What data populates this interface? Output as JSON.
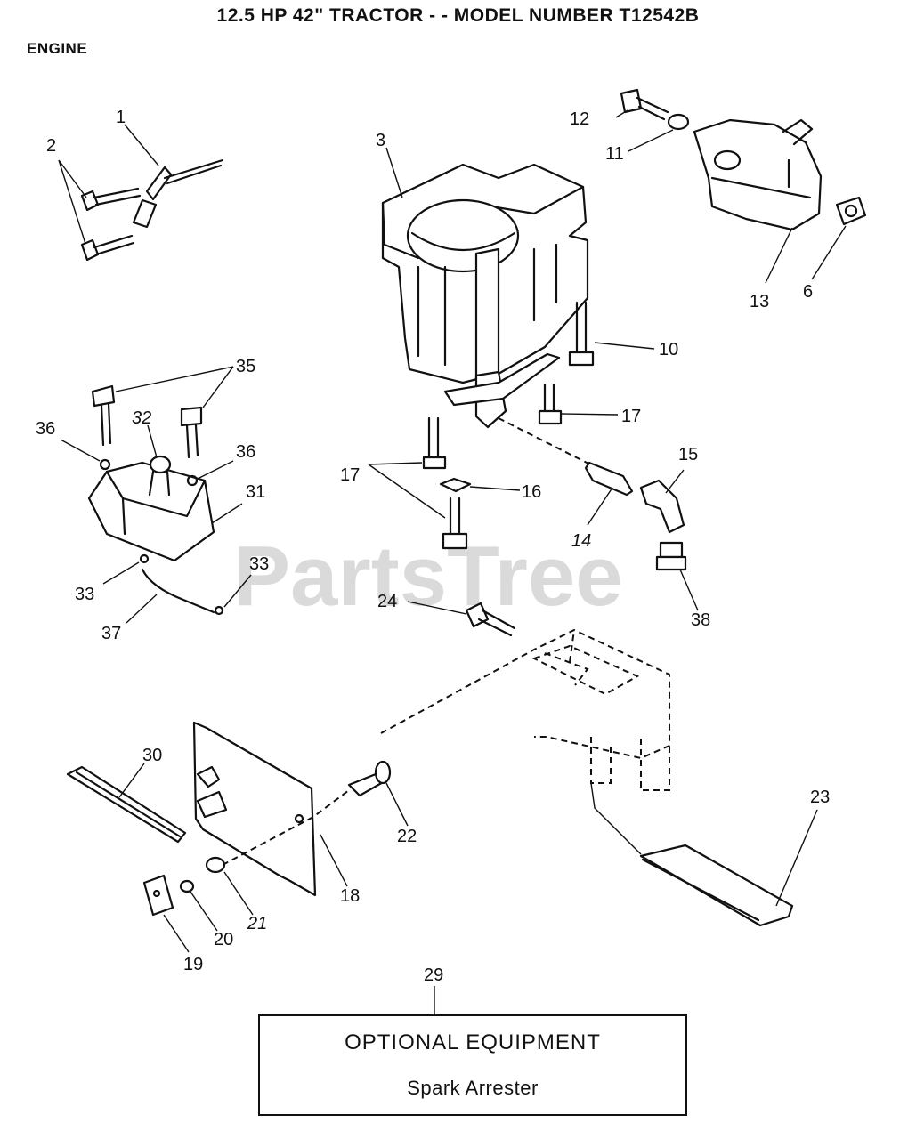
{
  "header": {
    "title": "12.5 HP 42\" TRACTOR - - MODEL NUMBER T12542B",
    "section": "ENGINE"
  },
  "watermark": "PartsTree",
  "callouts": {
    "c1": "1",
    "c2": "2",
    "c3": "3",
    "c6": "6",
    "c10": "10",
    "c11": "11",
    "c12": "12",
    "c13": "13",
    "c14": "14",
    "c15": "15",
    "c16": "16",
    "c17a": "17",
    "c17b": "17",
    "c18": "18",
    "c19": "19",
    "c20": "20",
    "c21": "21",
    "c22": "22",
    "c23": "23",
    "c24": "24",
    "c29": "29",
    "c30": "30",
    "c31": "31",
    "c32": "32",
    "c33a": "33",
    "c33b": "33",
    "c35": "35",
    "c36a": "36",
    "c36b": "36",
    "c37": "37",
    "c38": "38"
  },
  "optional_box": {
    "title": "OPTIONAL EQUIPMENT",
    "item": "Spark Arrester"
  }
}
